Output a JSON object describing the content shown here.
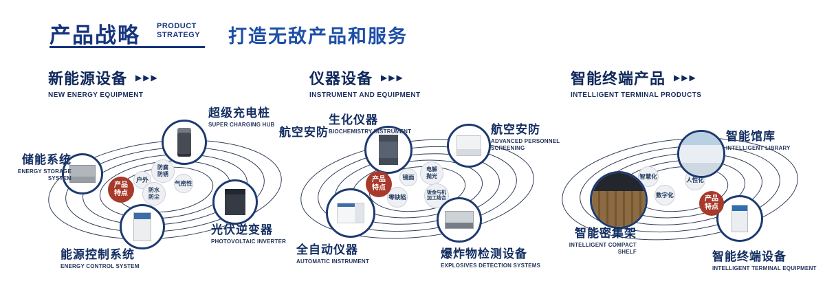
{
  "header": {
    "title": "产品战略",
    "subtitle_line1": "PRODUCT",
    "subtitle_line2": "STRATEGY",
    "tagline": "打造无敌产品和服务"
  },
  "colors": {
    "title_blue": "#17357e",
    "tagline_blue": "#1d4ea6",
    "badge_red": "#a83a2b",
    "orbit_line": "#323f58"
  },
  "sections": [
    {
      "title": "新能源设备",
      "subtitle": "NEW ENERGY EQUIPMENT",
      "arrows": "▶▶▶",
      "badge": "产品特点",
      "features": [
        {
          "label": "户外"
        },
        {
          "label": "防腐防锈"
        },
        {
          "label": "气密性"
        },
        {
          "label": "防水防尘"
        }
      ],
      "products": [
        {
          "name": "超级充电桩",
          "en": "SUPER CHARGING HUB"
        },
        {
          "name": "储能系统",
          "en": "ENERGY STORAGE SYSTEM"
        },
        {
          "name": "光伏逆变器",
          "en": "PHOTOVOLTAIC INVERTER"
        },
        {
          "name": "能源控制系统",
          "en": "ENERGY CONTROL SYSTEM"
        }
      ]
    },
    {
      "title": "仪器设备",
      "subtitle": "INSTRUMENT AND EQUIPMENT",
      "arrows": "▶▶▶",
      "badge": "产品特点",
      "side_label": "航空安防",
      "features": [
        {
          "label": "镜面"
        },
        {
          "label": "电解抛光"
        },
        {
          "label": "零缺陷"
        },
        {
          "label": "钣金与机加工结合"
        }
      ],
      "products": [
        {
          "name": "生化仪器",
          "en": "BIOCHEMISTRY INSTRUMENT"
        },
        {
          "name": "航空安防",
          "en": "ADVANCED PERSONNEL SCREENING"
        },
        {
          "name": "全自动仪器",
          "en": "AUTOMATIC INSTRUMENT"
        },
        {
          "name": "爆炸物检测设备",
          "en": "EXPLOSIVES DETECTION SYSTEMS"
        }
      ]
    },
    {
      "title": "智能终端产品",
      "subtitle": "INTELLIGENT TERMINAL PRODUCTS",
      "arrows": "▶▶▶",
      "badge": "产品特点",
      "features": [
        {
          "label": "智慧化"
        },
        {
          "label": "人性化"
        },
        {
          "label": "数字化"
        }
      ],
      "products": [
        {
          "name": "智能馆库",
          "en": "INTELLIGENT LIBRARY"
        },
        {
          "name": "智能密集架",
          "en": "INTELLIGENT COMPACT SHELF"
        },
        {
          "name": "智能终端设备",
          "en": "INTELLIGENT TERMINAL EQUIPMENT"
        }
      ]
    }
  ]
}
